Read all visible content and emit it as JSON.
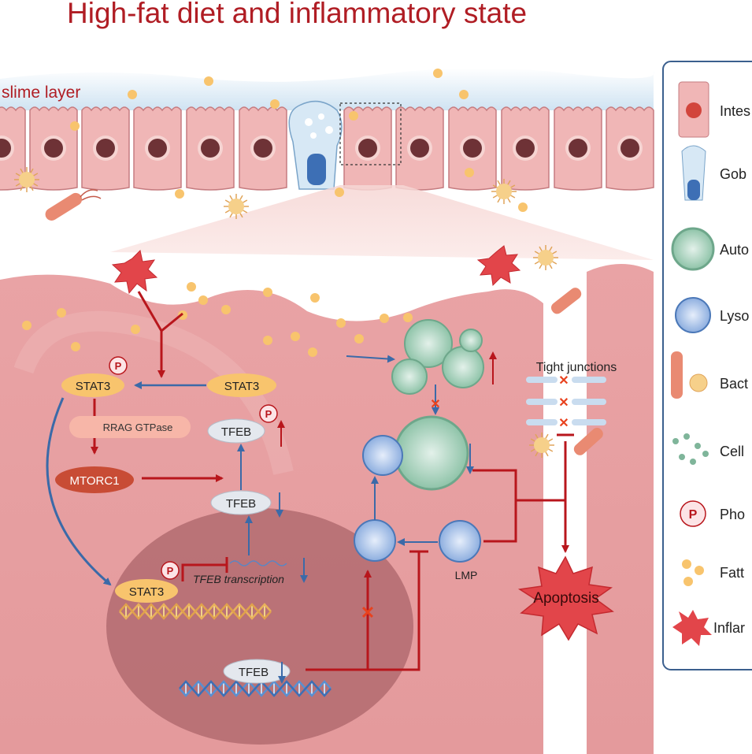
{
  "title": "High-fat diet and inflammatory state",
  "labels": {
    "slime_layer": "slime layer",
    "stat3_p": "STAT3",
    "stat3": "STAT3",
    "rrag": "RRAG GTPase",
    "mtorc1": "MTORC1",
    "tfeb_p": "TFEB",
    "tfeb_mid": "TFEB",
    "tfeb_transcription": "TFEB transcription",
    "stat3_nucleus": "STAT3",
    "tfeb_dna": "TFEB",
    "tight_junctions": "Tight junctions",
    "lmp": "LMP",
    "apoptosis": "Apoptosis",
    "p_mark": "P"
  },
  "legend": [
    {
      "icon": "intestinal-cell-icon",
      "label": "Intes"
    },
    {
      "icon": "goblet-cell-icon",
      "label": "Gob"
    },
    {
      "icon": "autophagosome-icon",
      "label": "Auto"
    },
    {
      "icon": "lysosome-icon",
      "label": "Lyso"
    },
    {
      "icon": "bacteria-icon",
      "label": "Bact"
    },
    {
      "icon": "cell-debris-icon",
      "label": "Cell"
    },
    {
      "icon": "phosphorylation-icon",
      "label": "Pho"
    },
    {
      "icon": "fatty-acid-icon",
      "label": "Fatt"
    },
    {
      "icon": "inflammation-icon",
      "label": "Inflar"
    }
  ],
  "colors": {
    "title": "#b01d24",
    "arrow_red": "#b8161c",
    "arrow_blue": "#3b6aa8",
    "cell_pink": "#f2b8b8",
    "tissue": "#e9a3a5",
    "nucleus": "#b56e72"
  }
}
